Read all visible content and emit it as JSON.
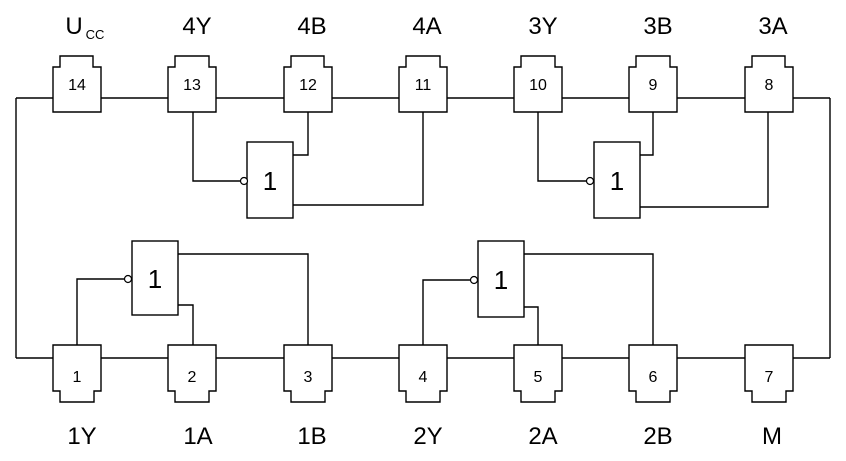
{
  "top_labels": [
    {
      "main": "U",
      "sub": "CC"
    },
    {
      "main": "4Y"
    },
    {
      "main": "4B"
    },
    {
      "main": "4A"
    },
    {
      "main": "3Y"
    },
    {
      "main": "3B"
    },
    {
      "main": "3A"
    }
  ],
  "bottom_labels": [
    "1Y",
    "1A",
    "1B",
    "2Y",
    "2A",
    "2B",
    "M"
  ],
  "top_pins": [
    "14",
    "13",
    "12",
    "11",
    "10",
    "9",
    "8"
  ],
  "bottom_pins": [
    "1",
    "2",
    "3",
    "4",
    "5",
    "6",
    "7"
  ],
  "gate_symbol": "1"
}
